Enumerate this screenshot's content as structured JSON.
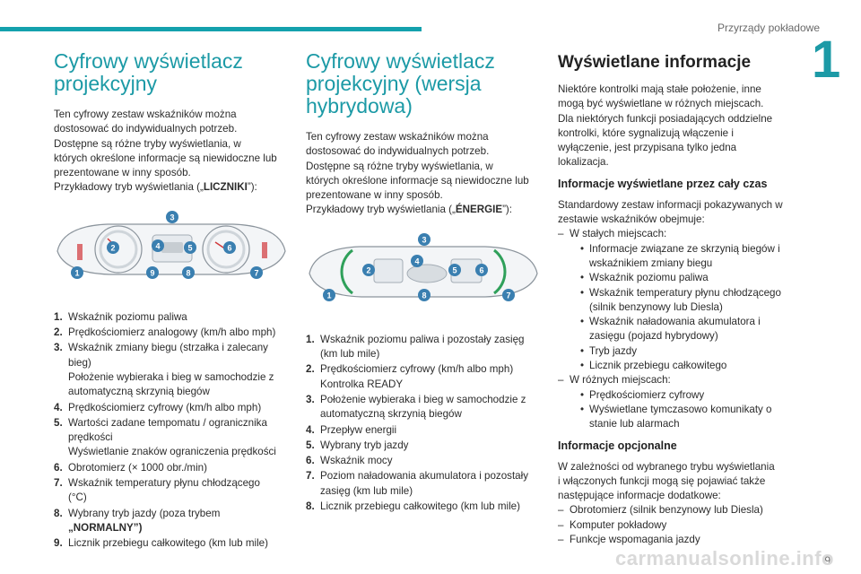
{
  "header": {
    "section_title": "Przyrządy pokładowe",
    "chapter_number": "1",
    "page_number": "9"
  },
  "watermark": "carmanualsonline.info",
  "col1": {
    "title_line1": "Cyfrowy wyświetlacz",
    "title_line2": "projekcyjny",
    "intro": [
      "Ten cyfrowy zestaw wskaźników można",
      "dostosować do indywidualnych potrzeb.",
      "Dostępne są różne tryby wyświetlania, w",
      "których określone informacje są niewidoczne lub",
      "prezentowane w inny sposób.",
      "Przykładowy tryb wyświetlania („LICZNIKI”):"
    ],
    "example_prefix": "Przykładowy tryb wyświetlania („",
    "example_mode": "LICZNIKI",
    "example_suffix": "”):",
    "callouts": [
      "1",
      "2",
      "3",
      "4",
      "5",
      "6",
      "7",
      "8",
      "9"
    ],
    "legend": [
      {
        "num": "1.",
        "lines": [
          "Wskaźnik poziomu paliwa"
        ]
      },
      {
        "num": "2.",
        "lines": [
          "Prędkościomierz analogowy (km/h albo mph)"
        ]
      },
      {
        "num": "3.",
        "lines": [
          "Wskaźnik zmiany biegu (strzałka i zalecany",
          "bieg)",
          "Położenie wybieraka i bieg w samochodzie z",
          "automatyczną skrzynią biegów"
        ]
      },
      {
        "num": "4.",
        "lines": [
          "Prędkościomierz cyfrowy (km/h albo mph)"
        ]
      },
      {
        "num": "5.",
        "lines": [
          "Wartości zadane tempomatu / ogranicznika",
          "prędkości",
          "Wyświetlanie znaków ograniczenia prędkości"
        ]
      },
      {
        "num": "6.",
        "lines": [
          "Obrotomierz (× 1000 obr./min)"
        ]
      },
      {
        "num": "7.",
        "lines": [
          "Wskaźnik temperatury płynu chłodzącego",
          "(°C)"
        ]
      },
      {
        "num": "8.",
        "lines": [
          "Wybrany tryb jazdy (poza trybem",
          "„NORMALNY”)"
        ]
      },
      {
        "num": "9.",
        "lines": [
          "Licznik przebiegu całkowitego (km lub mile)"
        ]
      }
    ]
  },
  "col2": {
    "title_lines": [
      "Cyfrowy wyświetlacz",
      "projekcyjny (wersja",
      "hybrydowa)"
    ],
    "intro": [
      "Ten cyfrowy zestaw wskaźników można",
      "dostosować do indywidualnych potrzeb.",
      "Dostępne są różne tryby wyświetlania, w",
      "których określone informacje są niewidoczne lub",
      "prezentowane w inny sposób."
    ],
    "example_prefix": "Przykładowy tryb wyświetlania („",
    "example_mode": "ÉNERGIE",
    "example_suffix": "”):",
    "callouts": [
      "1",
      "2",
      "3",
      "4",
      "5",
      "6",
      "7",
      "8"
    ],
    "legend": [
      {
        "num": "1.",
        "lines": [
          "Wskaźnik poziomu paliwa i pozostały zasięg",
          "(km lub mile)"
        ]
      },
      {
        "num": "2.",
        "lines": [
          "Prędkościomierz cyfrowy (km/h albo mph)",
          "Kontrolka READY"
        ]
      },
      {
        "num": "3.",
        "lines": [
          "Położenie wybieraka i bieg w samochodzie z",
          "automatyczną skrzynią biegów"
        ]
      },
      {
        "num": "4.",
        "lines": [
          "Przepływ energii"
        ]
      },
      {
        "num": "5.",
        "lines": [
          "Wybrany tryb jazdy"
        ]
      },
      {
        "num": "6.",
        "lines": [
          "Wskaźnik mocy"
        ]
      },
      {
        "num": "7.",
        "lines": [
          "Poziom naładowania akumulatora i pozostały",
          "zasięg (km lub mile)"
        ]
      },
      {
        "num": "8.",
        "lines": [
          "Licznik przebiegu całkowitego (km lub mile)"
        ]
      }
    ]
  },
  "col3": {
    "title": "Wyświetlane informacje",
    "intro": [
      "Niektóre kontrolki mają stałe położenie, inne",
      "mogą być wyświetlane w różnych miejscach.",
      "Dla niektórych funkcji posiadających oddzielne",
      "kontrolki, które sygnalizują włączenie i",
      "wyłączenie, jest przypisana tylko jedna",
      "lokalizacja."
    ],
    "sub1": "Informacje wyświetlane przez cały czas",
    "sub1_text": [
      "Standardowy zestaw informacji pokazywanych w",
      "zestawie wskaźników obejmuje:"
    ],
    "fixed_label": "W stałych miejscach:",
    "fixed_items": [
      [
        "Informacje związane ze skrzynią biegów i",
        "wskaźnikiem zmiany biegu"
      ],
      [
        "Wskaźnik poziomu paliwa"
      ],
      [
        "Wskaźnik temperatury płynu chłodzącego",
        "(silnik benzynowy lub Diesla)"
      ],
      [
        "Wskaźnik naładowania akumulatora i",
        "zasięgu (pojazd hybrydowy)"
      ],
      [
        "Tryb jazdy"
      ],
      [
        "Licznik przebiegu całkowitego"
      ]
    ],
    "var_label": "W różnych miejscach:",
    "var_items": [
      [
        "Prędkościomierz cyfrowy"
      ],
      [
        "Wyświetlane tymczasowo komunikaty o",
        "stanie lub alarmach"
      ]
    ],
    "sub2": "Informacje opcjonalne",
    "sub2_text": [
      "W zależności od wybranego trybu wyświetlania",
      "i włączonych funkcji mogą się pojawiać także",
      "następujące informacje dodatkowe:"
    ],
    "optional_items": [
      "Obrotomierz (silnik benzynowy lub Diesla)",
      "Komputer pokładowy",
      "Funkcje wspomagania jazdy"
    ],
    "dash": "–",
    "bullet": "•"
  },
  "colors": {
    "accent": "#1c9aa6",
    "callout": "#3a7fb0",
    "text": "#2b2b2b"
  }
}
